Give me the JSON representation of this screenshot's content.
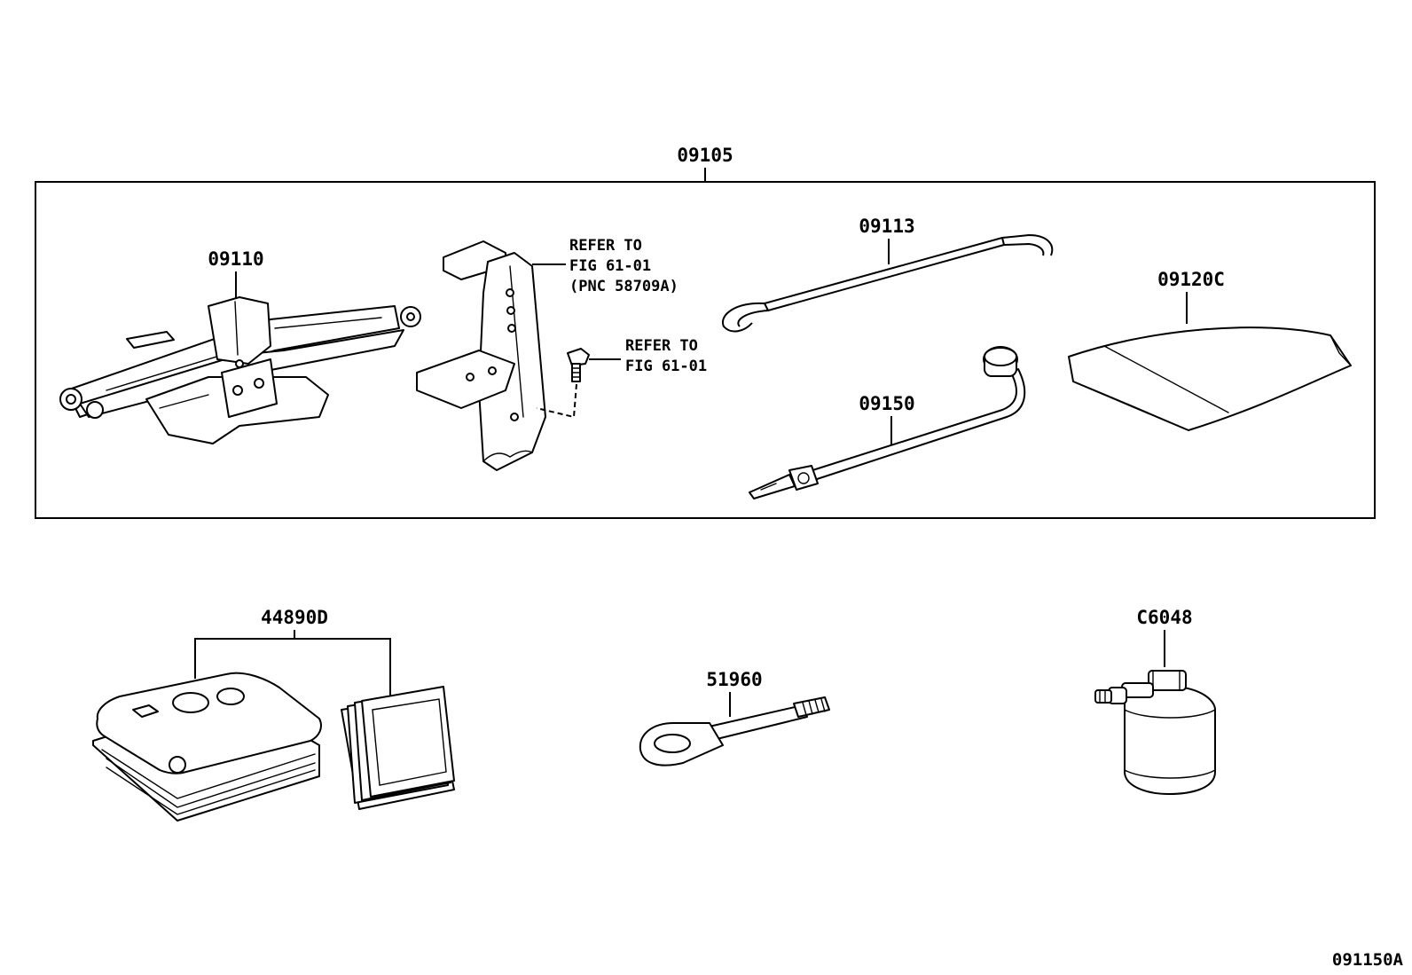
{
  "group_label": "09105",
  "parts": {
    "jack": "09110",
    "jack_handle": "09113",
    "wrench": "09150",
    "bag": "09120C",
    "repair_kit": "44890D",
    "tow_eye": "51960",
    "bottle": "C6048"
  },
  "references": {
    "bracket_line1": "REFER TO",
    "bracket_line2": "FIG 61-01",
    "bracket_line3": "(PNC 58709A)",
    "bolt_line1": "REFER TO",
    "bolt_line2": "FIG 61-01"
  },
  "figure_id": "091150A"
}
